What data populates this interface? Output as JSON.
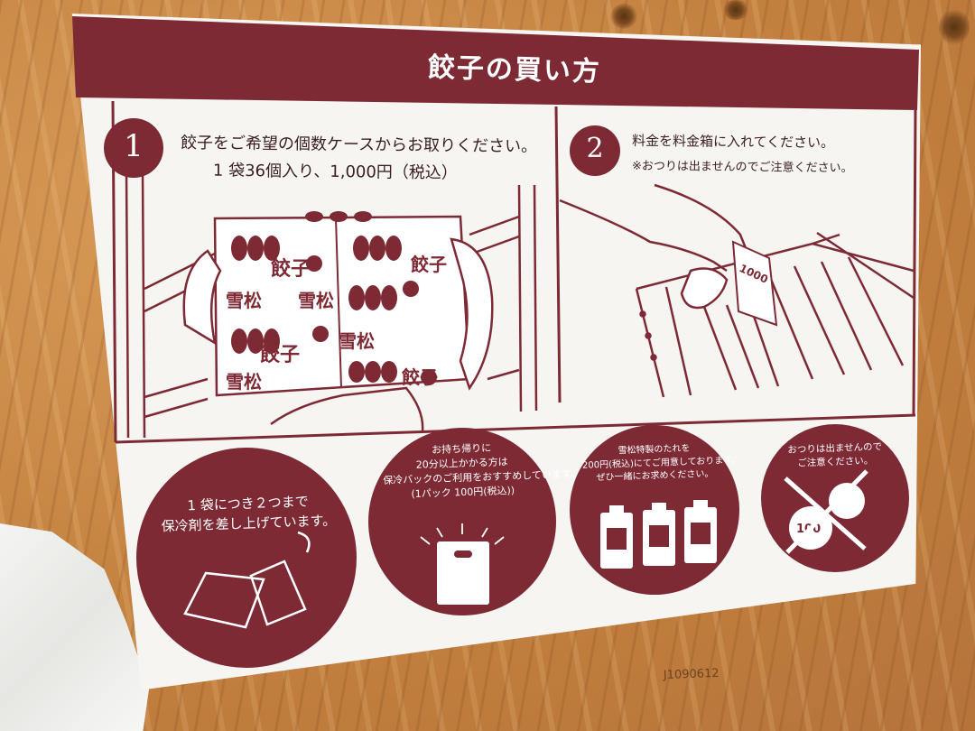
{
  "board": {
    "title": "餃子の買い方",
    "brand_color": "#7d2a35",
    "background_color": "#f7f5f2"
  },
  "step1": {
    "number": "1",
    "line1": "餃子をご希望の個数ケースからお取りください。",
    "line2": "1 袋36個入り、1,000円（税込）"
  },
  "step2": {
    "number": "2",
    "line1": "料金を料金箱に入れてください。",
    "line2": "※おつりは出ませんのでご注意ください。"
  },
  "package": {
    "brand_name": "雪松",
    "product_name": "餃子"
  },
  "banknote": {
    "value": "1000"
  },
  "info_circles": [
    {
      "line1": "1 袋につき２つまで",
      "line2": "保冷剤を差し上げています。",
      "icon": "ice-pack-icon"
    },
    {
      "line1": "お持ち帰りに",
      "line2": "20分以上かかる方は",
      "line3": "保冷バックのご利用をおすすめしています。",
      "line4": "(1パック  100円(税込))",
      "icon": "cooler-bag-icon"
    },
    {
      "line1": "雪松特製のたれを",
      "line2": "200円(税込)にてご用意しております。",
      "line3": "ぜひ一緒にお求めください。",
      "icon": "sauce-bottles-icon"
    },
    {
      "line1": "おつりは出ませんので",
      "line2": "ご注意ください。",
      "icon": "no-change-coins-icon"
    }
  ],
  "coins": {
    "coin_value": "100"
  },
  "stamp": {
    "text": "J1090612"
  }
}
